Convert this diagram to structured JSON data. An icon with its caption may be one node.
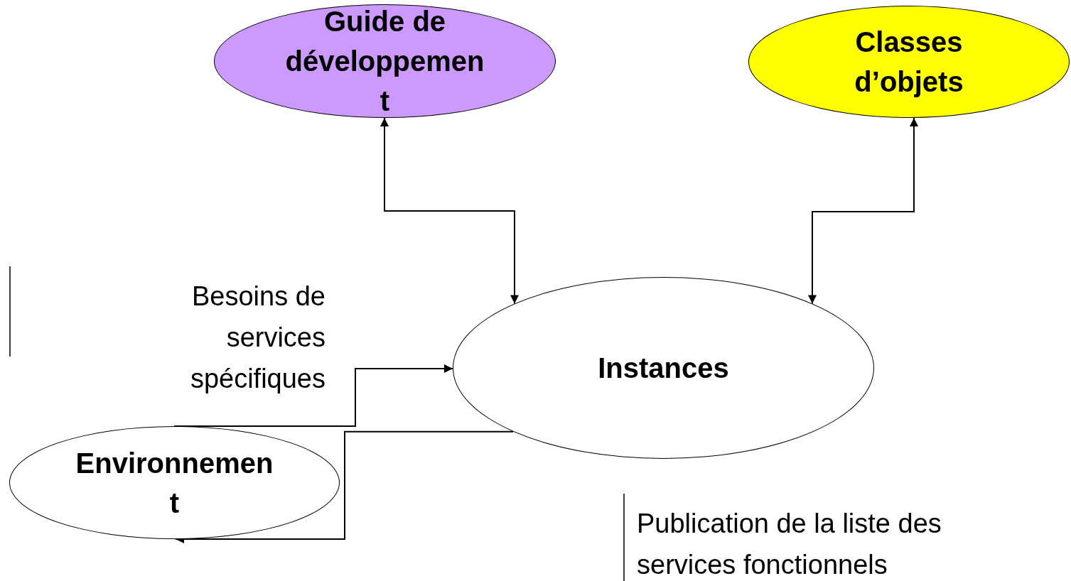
{
  "diagram": {
    "nodes": [
      {
        "text": [
          "Guide de développement"
        ]
      },
      {
        "text": [
          "Classes d’objets"
        ]
      },
      {
        "text": [
          "Instances"
        ]
      },
      {
        "text": [
          "Environnement"
        ]
      }
    ],
    "edges": [
      {
        "from": 2,
        "to": 0,
        "arrow": "both"
      },
      {
        "from": 2,
        "to": 1,
        "arrow": "both"
      },
      {
        "from": 3,
        "to": 2,
        "arrow": "to"
      },
      {
        "from": 2,
        "to": 3,
        "arrow": "to"
      }
    ],
    "labels": [
      "Besoins de services spécifiques",
      "Publication de la liste des services fonctionnels"
    ]
  }
}
